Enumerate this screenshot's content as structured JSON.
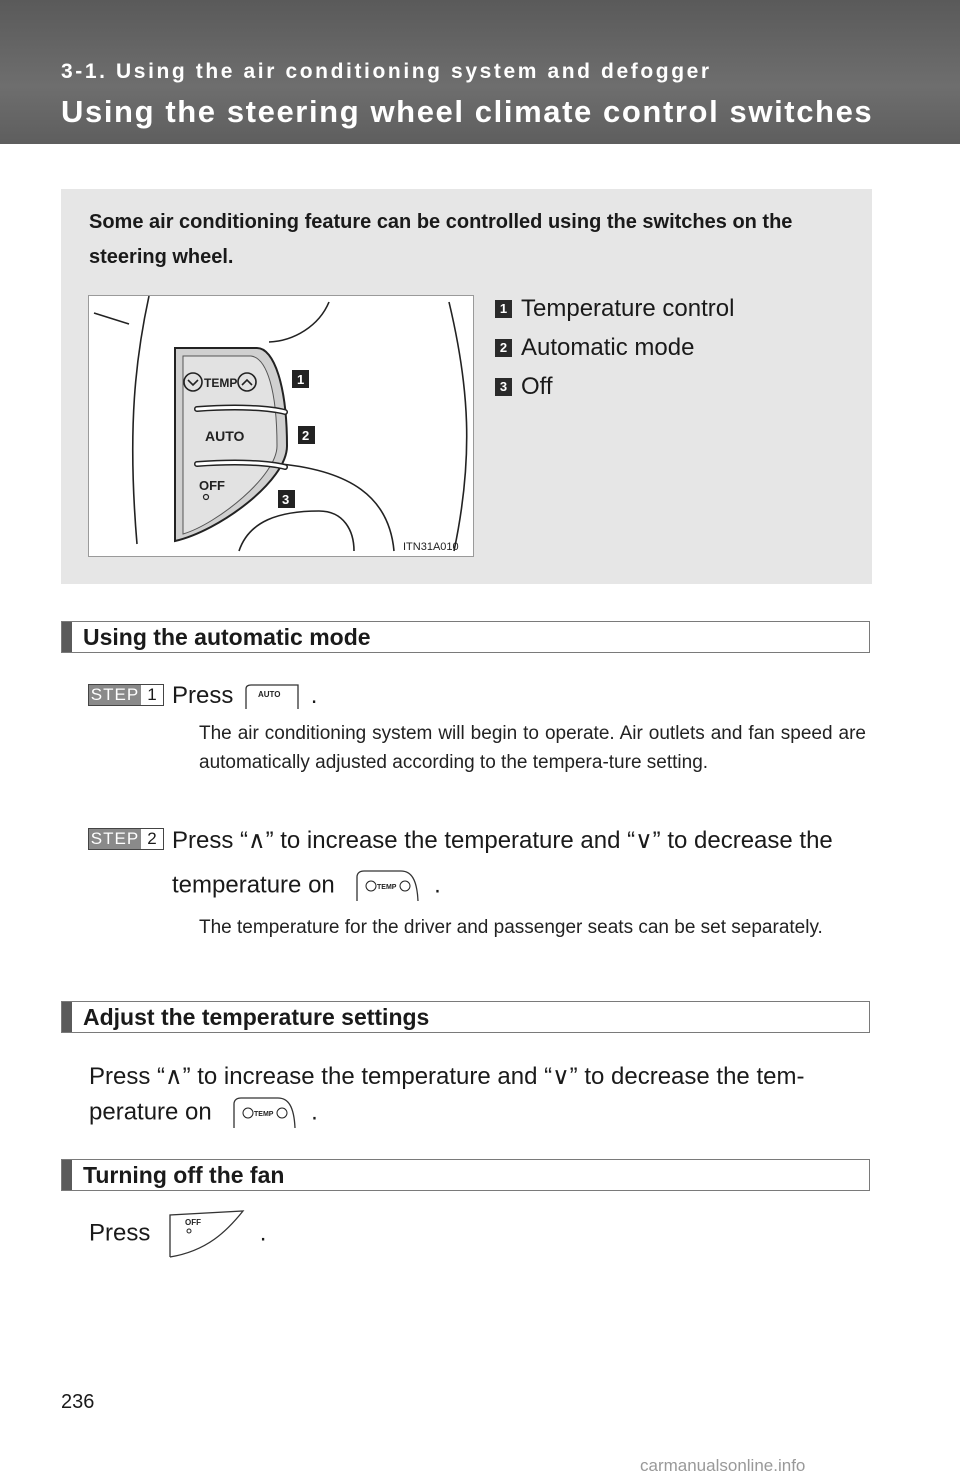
{
  "header": {
    "section": "3-1. Using the air conditioning system and defogger",
    "title": "Using the steering wheel climate control switches"
  },
  "intro": {
    "text": "Some air conditioning feature can be controlled using the switches on the steering wheel.",
    "figure_code": "ITN31A010",
    "figure_labels": {
      "temp": "TEMP",
      "auto": "AUTO",
      "off": "OFF"
    },
    "callouts": [
      "1",
      "2",
      "3"
    ],
    "legend": [
      {
        "num": "1",
        "label": "Temperature control"
      },
      {
        "num": "2",
        "label": "Automatic mode"
      },
      {
        "num": "3",
        "label": "Off"
      }
    ]
  },
  "sections": {
    "auto_mode": {
      "heading": "Using the automatic mode",
      "step1": {
        "badge": "STEP",
        "num": "1",
        "text_before": "Press",
        "text_after": ".",
        "note": "The air conditioning system will begin to operate. Air outlets and fan speed are automatically adjusted according to the tempera-ture setting."
      },
      "step2": {
        "badge": "STEP",
        "num": "2",
        "line1": "Press “∧” to increase the temperature and “∨” to decrease the",
        "line2_before": "temperature on",
        "line2_after": ".",
        "note": "The temperature for the driver and passenger seats can be set separately."
      }
    },
    "adjust_temp": {
      "heading": "Adjust the temperature settings",
      "line1": "Press “∧” to increase the temperature and “∨” to decrease the tem-",
      "line2_before": "perature on",
      "line2_after": "."
    },
    "fan_off": {
      "heading": "Turning off the fan",
      "text_before": "Press",
      "text_after": "."
    }
  },
  "button_icons": {
    "auto": "AUTO",
    "temp": "TEMP",
    "off": "OFF"
  },
  "page_number": "236",
  "watermark": "carmanualsonline.info"
}
